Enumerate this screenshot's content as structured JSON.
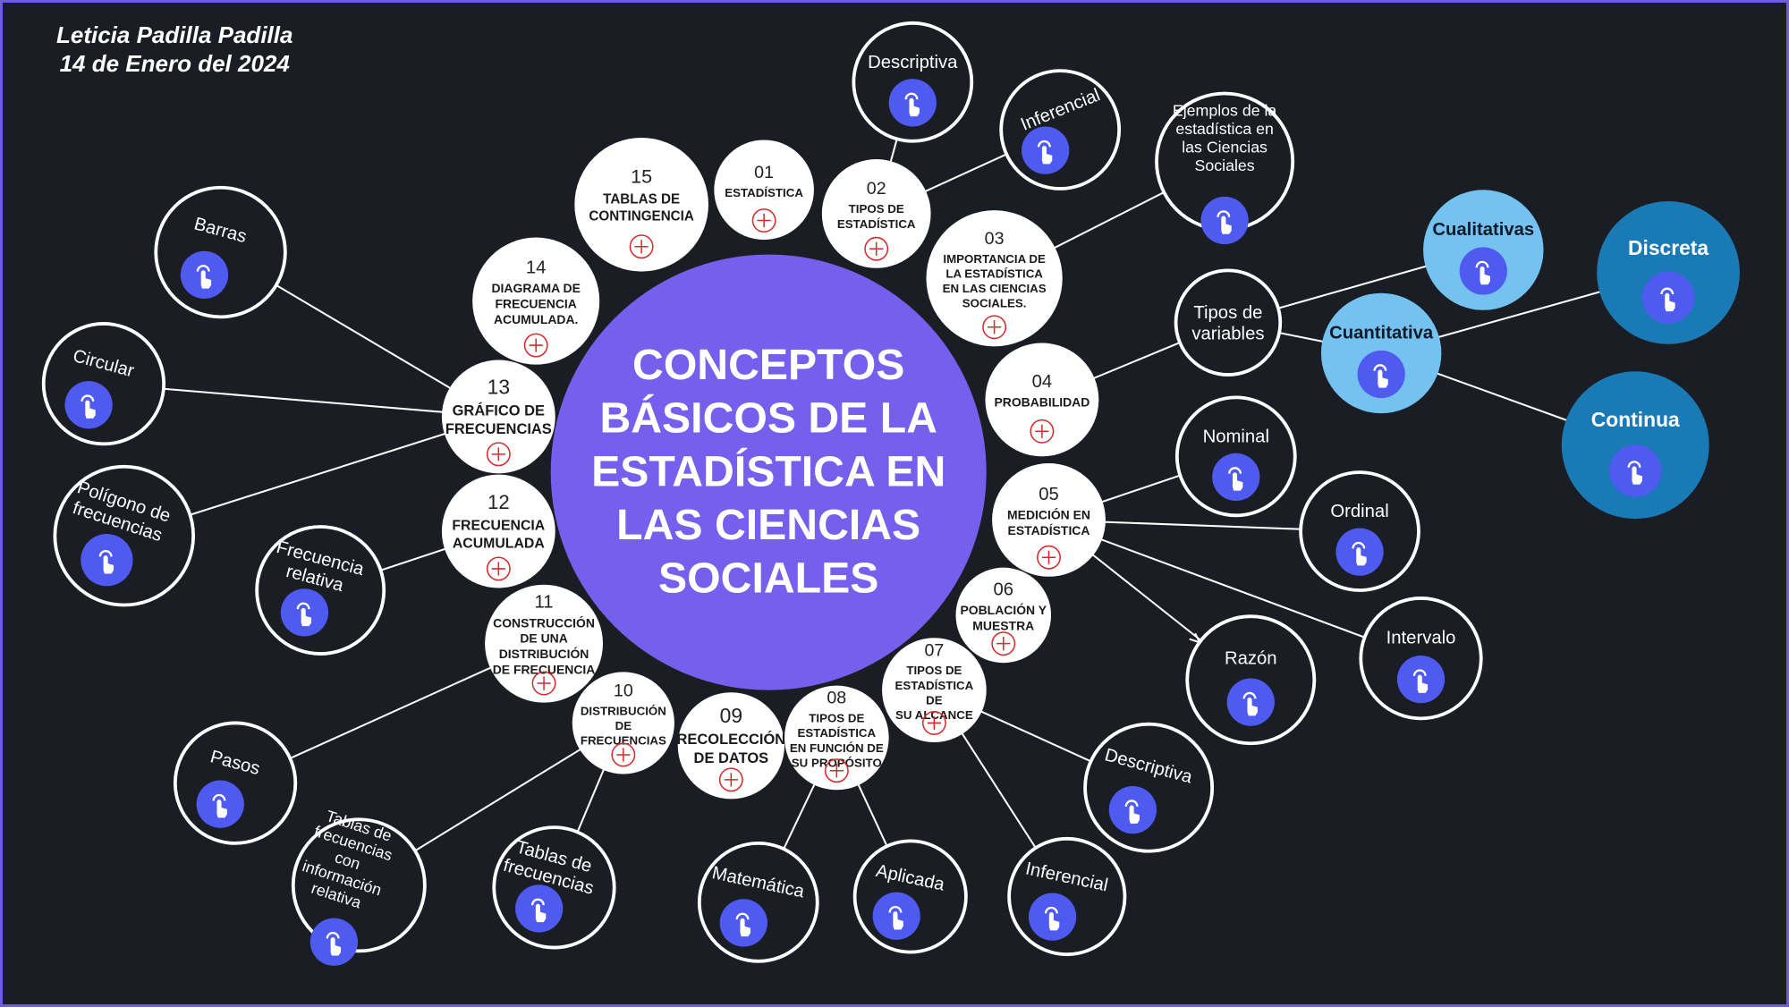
{
  "header": {
    "author": "Leticia Padilla Padilla",
    "date": "14 de Enero del 2024"
  },
  "center": {
    "title": [
      "CONCEPTOS",
      "BÁSICOS DE LA",
      "ESTADÍSTICA EN",
      "LAS CIENCIAS",
      "SOCIALES"
    ]
  },
  "topics": [
    {
      "number": "01",
      "title": [
        "ESTADÍSTICA"
      ]
    },
    {
      "number": "02",
      "title": [
        "TIPOS DE",
        "ESTADÍSTICA"
      ]
    },
    {
      "number": "03",
      "title": [
        "IMPORTANCIA DE",
        "LA ESTADÍSTICA",
        "EN LAS CIENCIAS",
        "SOCIALES."
      ]
    },
    {
      "number": "04",
      "title": [
        "PROBABILIDAD"
      ]
    },
    {
      "number": "05",
      "title": [
        "MEDICIÓN EN",
        "ESTADÍSTICA"
      ]
    },
    {
      "number": "06",
      "title": [
        "POBLACIÓN Y",
        "MUESTRA"
      ]
    },
    {
      "number": "07",
      "title": [
        "TIPOS DE",
        "ESTADÍSTICA",
        "DE",
        "SU ALCANCE"
      ]
    },
    {
      "number": "08",
      "title": [
        "TIPOS DE",
        "ESTADÍSTICA",
        "EN FUNCIÓN DE",
        "SU PROPÓSITO"
      ]
    },
    {
      "number": "09",
      "title": [
        "RECOLECCIÓN",
        "DE DATOS"
      ]
    },
    {
      "number": "10",
      "title": [
        "DISTRIBUCIÓN",
        "DE",
        "FRECUENCIAS"
      ]
    },
    {
      "number": "11",
      "title": [
        "CONSTRUCCIÓN",
        "DE UNA",
        "DISTRIBUCIÓN",
        "DE FRECUENCIA"
      ]
    },
    {
      "number": "12",
      "title": [
        "FRECUENCIA",
        "ACUMULADA"
      ]
    },
    {
      "number": "13",
      "title": [
        "GRÁFICO DE",
        "FRECUENCIAS"
      ]
    },
    {
      "number": "14",
      "title": [
        "DIAGRAMA DE",
        "FRECUENCIA",
        "ACUMULADA."
      ]
    },
    {
      "number": "15",
      "title": [
        "TABLAS DE",
        "CONTINGENCIA"
      ]
    }
  ],
  "leaves": [
    {
      "label": [
        "Descriptiva"
      ]
    },
    {
      "label": [
        "Inferencial"
      ]
    },
    {
      "label": [
        "Ejemplos de la",
        "estadística en",
        "las Ciencias",
        "Sociales"
      ]
    },
    {
      "label": [
        "Tipos de",
        "variables"
      ]
    },
    {
      "label": [
        "Cualitativas"
      ]
    },
    {
      "label": [
        "Cuantitativa"
      ]
    },
    {
      "label": [
        "Discreta"
      ]
    },
    {
      "label": [
        "Continua"
      ]
    },
    {
      "label": [
        "Nominal"
      ]
    },
    {
      "label": [
        "Ordinal"
      ]
    },
    {
      "label": [
        "Razón"
      ]
    },
    {
      "label": [
        "Intervalo"
      ]
    },
    {
      "label": [
        "Descriptiva"
      ]
    },
    {
      "label": [
        "Inferencial"
      ]
    },
    {
      "label": [
        "Aplicada"
      ]
    },
    {
      "label": [
        "Matemática"
      ]
    },
    {
      "label": [
        "Tablas de",
        "frecuencias"
      ]
    },
    {
      "label": [
        "Tablas de",
        "frecuencias",
        "con",
        "información",
        "relativa"
      ]
    },
    {
      "label": [
        "Pasos"
      ]
    },
    {
      "label": [
        "Frecuencia",
        "relativa"
      ]
    },
    {
      "label": [
        "Polígono de",
        "frecuencias"
      ]
    },
    {
      "label": [
        "Circular"
      ]
    },
    {
      "label": [
        "Barras"
      ]
    }
  ],
  "colors": {
    "background": "#1a1d23",
    "frame": "#6d5ce8",
    "center": "#755fec",
    "topic": "#ffffff",
    "plus": "#d42a2a",
    "button": "#4f5bf0",
    "light_blue": "#74c2ef",
    "dark_blue": "#1a7ab5"
  },
  "icons": {
    "topic_expand": "plus-circle-icon",
    "leaf_open": "hand-pointer-icon"
  }
}
